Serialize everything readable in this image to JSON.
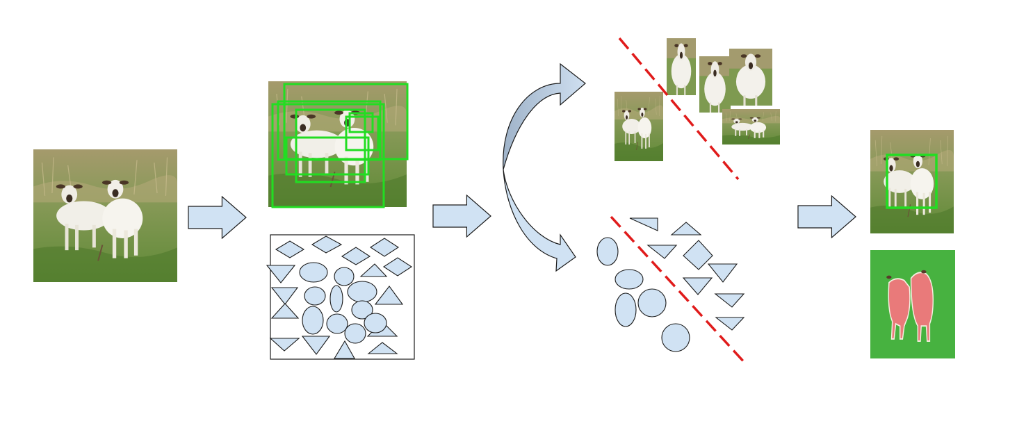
{
  "colors": {
    "background": "#ffffff",
    "shape_fill": "#d0e2f3",
    "shape_stroke": "#1a1a1a",
    "detection_box": "#22dd22",
    "separator_line": "#e01b1b",
    "grass": "#6f9440",
    "grass_bright": "#3dae3d",
    "sheep_wool": "#f2f0ea",
    "sheep_face": "#3a2c22",
    "segmentation_mask": "#e97a7a",
    "curved_arrow_fill": "#b8c9dc"
  },
  "pipeline": {
    "stages": [
      "input-image",
      "region-proposals",
      "feature-space",
      "classification-split",
      "detection-and-segmentation-output"
    ]
  },
  "icons": {
    "flow_arrow": "block-right-arrow-icon",
    "split_arrow": "curved-split-arrow-icon",
    "sheep": "sheep-image-icon"
  }
}
